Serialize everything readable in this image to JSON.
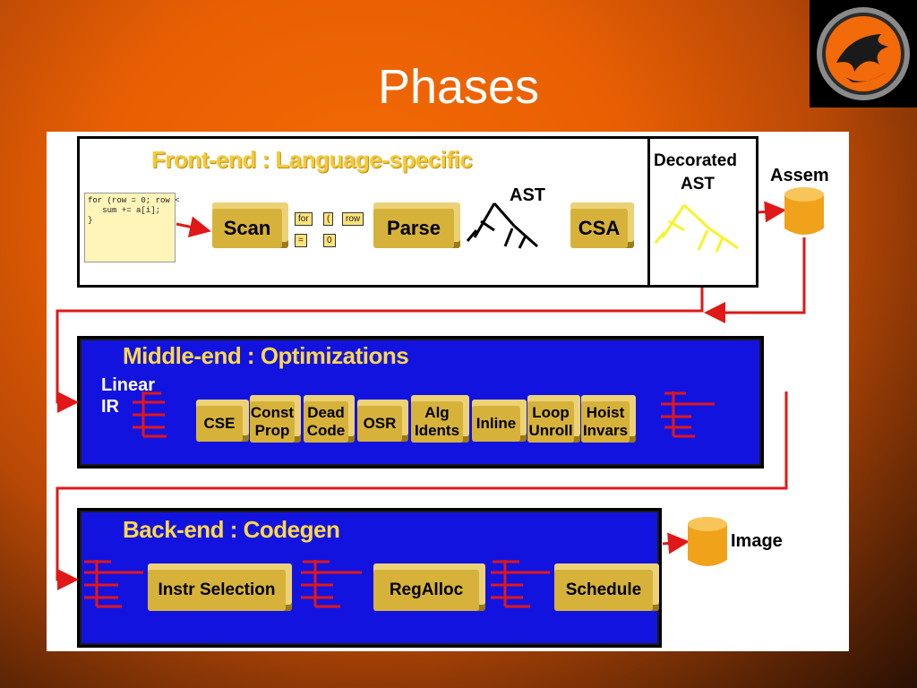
{
  "slide": {
    "title": "Phases"
  },
  "colors": {
    "panel_blue": "#1313e0",
    "block_gold": "#d6b23a",
    "arrow_red": "#e01818",
    "yellow_tree": "#f7f32a"
  },
  "front_end": {
    "title": "Front-end : Language-specific",
    "code_lines": [
      "for (row = 0; row <",
      "   sum += a[i];",
      "}"
    ],
    "scan": "Scan",
    "tokens": [
      "for",
      "(",
      "row",
      "=",
      "0"
    ],
    "parse": "Parse",
    "ast_label": "AST",
    "csa": "CSA"
  },
  "decorated_ast": {
    "line1": "Decorated",
    "line2": "AST"
  },
  "assem": "Assem",
  "middle_end": {
    "title": "Middle-end : Optimizations",
    "ir_line1": "Linear",
    "ir_line2": "IR",
    "opts": [
      {
        "l1": "CSE",
        "l2": ""
      },
      {
        "l1": "Const",
        "l2": "Prop"
      },
      {
        "l1": "Dead",
        "l2": "Code"
      },
      {
        "l1": "OSR",
        "l2": ""
      },
      {
        "l1": "Alg",
        "l2": "Idents"
      },
      {
        "l1": "Inline",
        "l2": ""
      },
      {
        "l1": "Loop",
        "l2": "Unroll"
      },
      {
        "l1": "Hoist",
        "l2": "Invars"
      }
    ]
  },
  "back_end": {
    "title": "Back-end : Codegen",
    "instr": "Instr Selection",
    "regalloc": "RegAlloc",
    "schedule": "Schedule"
  },
  "image_label": "Image"
}
